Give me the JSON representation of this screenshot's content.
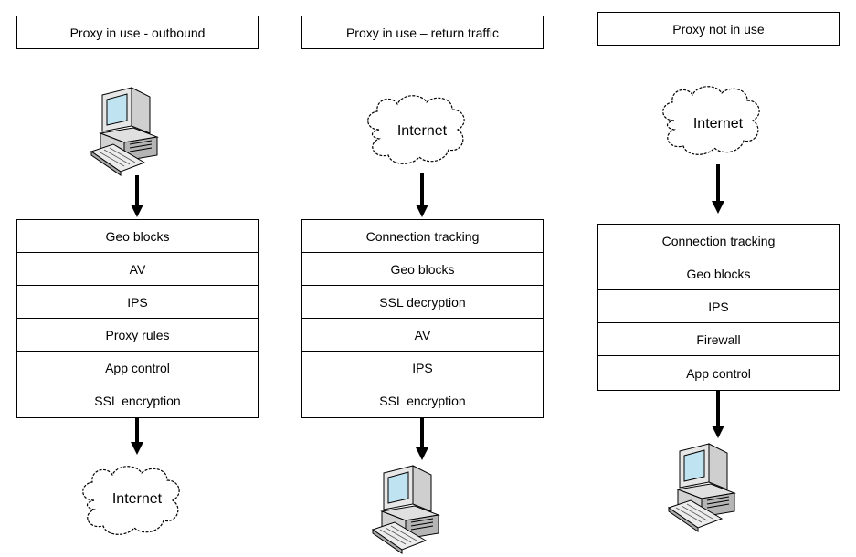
{
  "columns": [
    {
      "title": "Proxy in use - outbound",
      "top_icon": "computer-icon",
      "bottom_icon": "internet-cloud-icon",
      "bottom_label": "Internet",
      "layers": [
        "Geo blocks",
        "AV",
        "IPS",
        "Proxy rules",
        "App control",
        "SSL encryption"
      ]
    },
    {
      "title": "Proxy in use – return traffic",
      "top_icon": "internet-cloud-icon",
      "top_label": "Internet",
      "bottom_icon": "computer-icon",
      "layers": [
        "Connection tracking",
        "Geo blocks",
        "SSL decryption",
        "AV",
        "IPS",
        "SSL encryption"
      ]
    },
    {
      "title": "Proxy not in use",
      "top_icon": "internet-cloud-icon",
      "top_label": "Internet",
      "bottom_icon": "computer-icon",
      "layers": [
        "Connection tracking",
        "Geo blocks",
        "IPS",
        "Firewall",
        "App control"
      ]
    }
  ]
}
